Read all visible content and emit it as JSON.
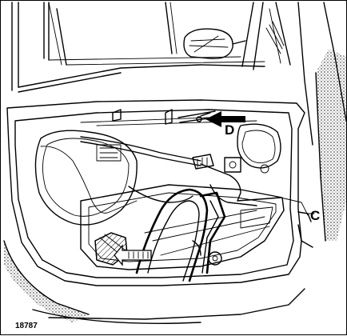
{
  "diagram": {
    "callouts": {
      "d": "D",
      "c": "C"
    },
    "reference_number": "18787"
  }
}
